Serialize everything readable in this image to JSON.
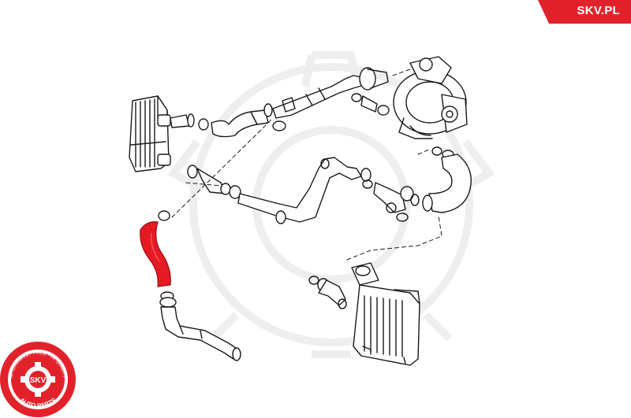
{
  "brand": {
    "name": "SKV.PL",
    "accent_color": "#e2222b",
    "watermark_color": "#eeeeee"
  },
  "logo": {
    "top_text": "AFTERMARKET PRICE · OE QUALITY",
    "bottom_text": "AUTO PARTS",
    "center_text": "SKV"
  },
  "diagram": {
    "highlighted_part": "red-hose",
    "highlight_color": "#e51b24",
    "line_color": "#1a1a1a"
  }
}
